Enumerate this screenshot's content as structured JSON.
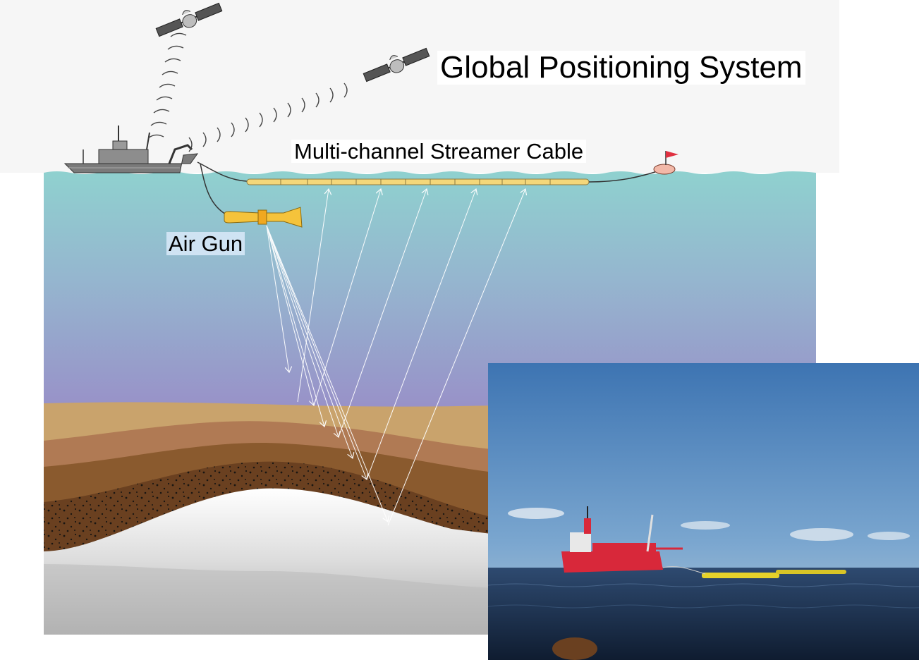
{
  "labels": {
    "gps": "Global Positioning System",
    "streamer": "Multi-channel Streamer Cable",
    "air_gun": "Air Gun"
  },
  "icons": {
    "satellite_left": "satellite-icon",
    "satellite_right": "satellite-icon",
    "ship": "survey-ship-icon",
    "buoy": "tail-buoy-icon",
    "air_gun": "air-gun-icon",
    "photo": "survey-vessel-photo"
  },
  "colors": {
    "sea_top": "#8fd1cf",
    "sea_bottom": "#9891c8",
    "sediment_1": "#c9a36c",
    "sediment_2": "#b07a54",
    "sediment_3": "#8a5a2e",
    "sediment_4": "#6a4020",
    "basement": "#d4d4d4",
    "streamer": "#f4d77a",
    "air_gun": "#f5c33b",
    "ray": "#ffffff"
  }
}
